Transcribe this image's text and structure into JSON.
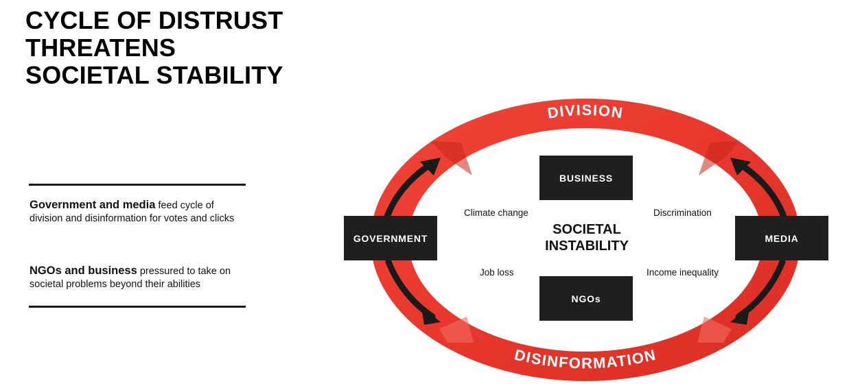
{
  "title": {
    "line1": "CYCLE OF DISTRUST",
    "line2": "THREATENS",
    "line3": "SOCIETAL STABILITY"
  },
  "sidebar": {
    "para1": {
      "bold": "Government and media",
      "rest": " feed cycle of division and disinformation for votes and clicks"
    },
    "para2": {
      "bold": "NGOs and business",
      "rest": " pressured to take on societal problems beyond their abilities"
    }
  },
  "diagram": {
    "ring_top_label": "DIVISION",
    "ring_bottom_label": "DISINFORMATION",
    "center_line1": "SOCIETAL",
    "center_line2": "INSTABILITY",
    "boxes": {
      "business": "BUSINESS",
      "ngos": "NGOs",
      "government": "GOVERNMENT",
      "media": "MEDIA"
    },
    "factors": {
      "climate": "Climate change",
      "discrimination": "Discrimination",
      "job_loss": "Job loss",
      "income": "Income inequality"
    },
    "colors": {
      "ring": "#e8372c",
      "ring_dark": "#c8261d",
      "ring_light": "#f46a5e",
      "arrow": "#1a1a1a",
      "box": "#1f1f1f"
    }
  }
}
